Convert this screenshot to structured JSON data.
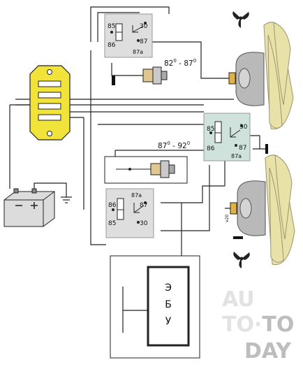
{
  "relay_top": {
    "pins": [
      "85",
      "30",
      "86",
      "87",
      "87a"
    ]
  },
  "relay_middle": {
    "pins": [
      "85",
      "30",
      "86",
      "87",
      "87a"
    ]
  },
  "relay_bottom": {
    "pins": [
      "86",
      "87a",
      "87",
      "85",
      "30"
    ]
  },
  "sensor_top": {
    "temp_a": "82",
    "temp_b": "87",
    "sup": "0",
    "sep": " - "
  },
  "sensor_bottom": {
    "temp_a": "87",
    "temp_b": "92",
    "sup": "0",
    "sep": " - "
  },
  "ecu": {
    "letters": [
      "Э",
      "Б",
      "У"
    ]
  },
  "fan_lower": {
    "marking": "v20"
  },
  "watermark": {
    "line1": "AU",
    "line2_a": "TO",
    "line2_dot": "·",
    "line2_b": "TO",
    "line3": "DAY"
  },
  "colors": {
    "wire": "#222222",
    "relay_fill": "#dedede",
    "relay_mid_fill": "#cfe3dc",
    "fuse_fill": "#f2e33a",
    "fan_blade": "#e8e2a8",
    "motor": "#b9b9b9",
    "connector": "#e3b342",
    "watermark_light": "#dcdcdc",
    "watermark_dark": "#b9b9b9"
  }
}
